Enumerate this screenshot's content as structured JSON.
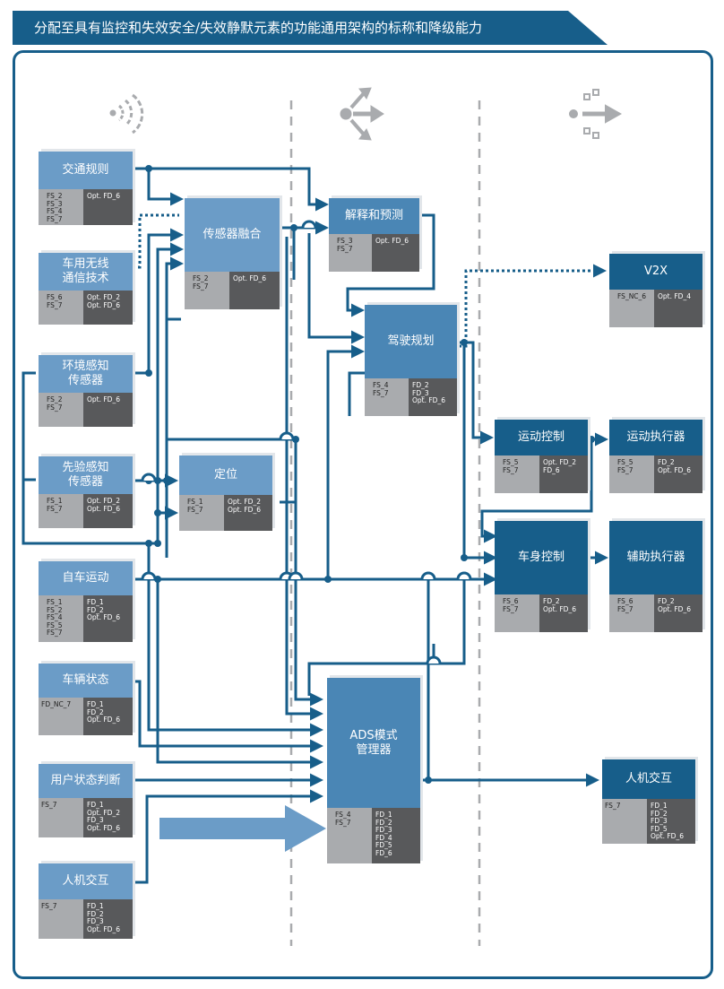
{
  "title": "分配至具有监控和失效安全/失效静默元素的功能通用架构的标称和降级能力",
  "blocks": {
    "traffic_rules": {
      "label": "交通规则",
      "fs": "FS_2\nFS_3\nFS_4\nFS_7",
      "fd": "Opt. FD_6"
    },
    "v2x_comm": {
      "label": "车用无线\n通信技术",
      "fs": "FS_6\nFS_7",
      "fd": "Opt. FD_2\nOpt. FD_6"
    },
    "env_sensor": {
      "label": "环境感知\n传感器",
      "fs": "FS_2\nFS_7",
      "fd": "Opt. FD_6"
    },
    "prior_sensor": {
      "label": "先验感知\n传感器",
      "fs": "FS_1\nFS_7",
      "fd": "Opt. FD_2\nOpt. FD_6"
    },
    "ego_motion": {
      "label": "自车运动",
      "fs": "FS_1\nFS_2\nFS_4\nFS_5\nFS_7",
      "fd": "FD_1\nFD_2\nOpt. FD_6"
    },
    "vehicle_state": {
      "label": "车辆状态",
      "fs": "FD_NC_7",
      "fd": "FD_1\nFD_2\nOpt. FD_6"
    },
    "user_state": {
      "label": "用户状态判断",
      "fs": "FS_7",
      "fd": "FD_1\nOpt. FD_2\nFD_3\nOpt. FD_6"
    },
    "hmi_in": {
      "label": "人机交互",
      "fs": "FS_7",
      "fd": "FD_1\nFD_2\nFD_3\nOpt. FD_6"
    },
    "sensor_fusion": {
      "label": "传感器融合",
      "fs": "FS_2\nFS_7",
      "fd": "Opt. FD_6"
    },
    "localization": {
      "label": "定位",
      "fs": "FS_1\nFS_7",
      "fd": "Opt. FD_2\nOpt. FD_6"
    },
    "interpret_predict": {
      "label": "解释和预测",
      "fs": "FS_3\nFS_7",
      "fd": "Opt. FD_6"
    },
    "driving_planning": {
      "label": "驾驶规划",
      "fs": "FS_4\nFS_7",
      "fd": "FD_2\nFD_3\nOpt. FD_6"
    },
    "ads_manager": {
      "label": "ADS模式\n管理器",
      "fs": "FS_4\nFS_7",
      "fd": "FD_1\nFD_2\nFD_3\nFD_4\nFD_5\nFD_6"
    },
    "v2x": {
      "label": "V2X",
      "fs": "FS_NC_6",
      "fd": "Opt. FD_4"
    },
    "motion_control": {
      "label": "运动控制",
      "fs": "FS_5\nFS_7",
      "fd": "Opt. FD_2\nFD_6"
    },
    "motion_actuator": {
      "label": "运动执行器",
      "fs": "FS_5\nFS_7",
      "fd": "FD_2\nOpt. FD_6"
    },
    "body_control": {
      "label": "车身控制",
      "fs": "FS_6\nFS_7",
      "fd": "FD_2\nOpt. FD_6"
    },
    "aux_actuator": {
      "label": "辅助执行器",
      "fs": "FS_6\nFS_7",
      "fd": "FD_2\nOpt. FD_6"
    },
    "hmi_out": {
      "label": "人机交互",
      "fs": "FS_7",
      "fd": "FD_1\nFD_2\nFD_3\nFD_5\nOpt. FD_6"
    }
  },
  "colors": {
    "dark": "#175e8a",
    "mid": "#4a86b5",
    "light": "#6b9cc7",
    "fs_bg": "#a9abae",
    "fd_bg": "#58595b",
    "wire": "#175e8a",
    "big_arrow": "#6b9cc7"
  },
  "icons": {
    "sense": "sense-icon",
    "think": "think-icon",
    "act": "act-icon"
  }
}
